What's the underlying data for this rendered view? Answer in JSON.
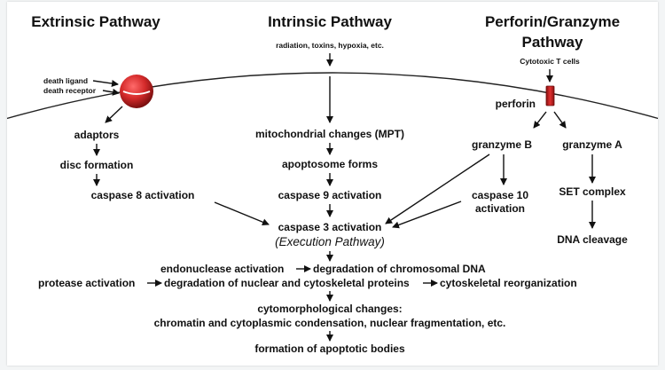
{
  "headers": {
    "extrinsic": "Extrinsic Pathway",
    "intrinsic": "Intrinsic Pathway",
    "perforin_line1": "Perforin/Granzyme",
    "perforin_line2": "Pathway"
  },
  "extrinsic": {
    "death_ligand": "death ligand",
    "death_receptor": "death receptor",
    "adaptors": "adaptors",
    "disc_formation": "disc formation",
    "caspase8": "caspase 8 activation"
  },
  "intrinsic": {
    "triggers": "radiation, toxins, hypoxia, etc.",
    "mito": "mitochondrial changes (MPT)",
    "apoptosome": "apoptosome forms",
    "caspase9": "caspase 9 activation"
  },
  "perforin": {
    "tcells": "Cytotoxic T cells",
    "perforin": "perforin",
    "granzyme_b": "granzyme B",
    "granzyme_a": "granzyme A",
    "caspase10_line1": "caspase 10",
    "caspase10_line2": "activation",
    "set_complex": "SET complex",
    "dna_cleavage": "DNA cleavage"
  },
  "execution": {
    "caspase3": "caspase 3 activation",
    "pathway": "(Execution Pathway)",
    "endonuclease": "endonuclease activation",
    "chromosomal": "degradation of chromosomal DNA",
    "protease": "protease activation",
    "nuclear": "degradation of nuclear and cytoskeletal proteins",
    "cytoskeletal": "cytoskeletal reorganization",
    "cytomorph": "cytomorphological changes:",
    "chromatin": "chromatin and cytoplasmic condensation, nuclear fragmentation, etc.",
    "bodies": "formation of apoptotic bodies"
  },
  "colors": {
    "receptor": "#d42a2a",
    "receptor_dark": "#7a0f0f",
    "text": "#111111"
  }
}
